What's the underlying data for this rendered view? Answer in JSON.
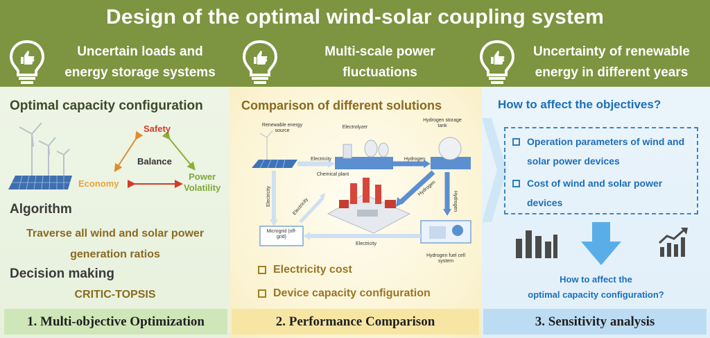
{
  "title": "Design of the optimal wind-solar coupling system",
  "header": {
    "items": [
      {
        "line1": "Uncertain loads and",
        "line2": "energy storage systems",
        "icon": "lightbulb-icon"
      },
      {
        "line1": "Multi-scale power",
        "line2": "fluctuations",
        "icon": "lightbulb-icon"
      },
      {
        "line1": "Uncertainty of renewable",
        "line2": "energy in different years",
        "icon": "lightbulb-icon"
      }
    ]
  },
  "panel1": {
    "title": "Optimal capacity configuration",
    "triangle": {
      "top": "Safety",
      "center": "Balance",
      "left": "Economy",
      "right_line1": "Power",
      "right_line2": "Volatility"
    },
    "algorithm_heading": "Algorithm",
    "algorithm_text": "Traverse all wind and solar power generation ratios",
    "decision_heading": "Decision making",
    "decision_text": "CRITIC-TOPSIS",
    "footer": "1. Multi-objective Optimization"
  },
  "panel2": {
    "title": "Comparison of different solutions",
    "labels": {
      "renewable": "Renewable energy source",
      "electrolyzer": "Electrolyzer",
      "storage": "Hydrogen storage tank",
      "electricity_top": "Electricity",
      "hydrogen_top": "Hydrogen",
      "chemical": "Chemical plant",
      "hydrogen_right": "Hydrogen",
      "hydrogen_diag": "Hydrogen",
      "electricity_left": "Electricity",
      "electricity_diag": "Electricity",
      "electricity_bottom": "Electricity",
      "microgrid": "Microgrid (off-grid)",
      "fuelcell": "Hydrogen fuel cell system"
    },
    "items": [
      "Electricity cost",
      "Device capacity configuration"
    ],
    "footer": "2. Performance Comparison"
  },
  "panel3": {
    "title": "How to affect the objectives?",
    "items": [
      "Operation parameters of wind and solar power devices",
      "Cost of wind and solar power devices"
    ],
    "bottom_line1": "How to affect the",
    "bottom_line2": "optimal capacity configuration?",
    "footer": "3. Sensitivity analysis"
  },
  "colors": {
    "header_bg": "#7d9440",
    "safety": "#d23b2a",
    "economy": "#e8a33a",
    "volatility": "#7fa83a",
    "gold_text": "#8a6a1f",
    "blue_text": "#1d6fb8"
  }
}
